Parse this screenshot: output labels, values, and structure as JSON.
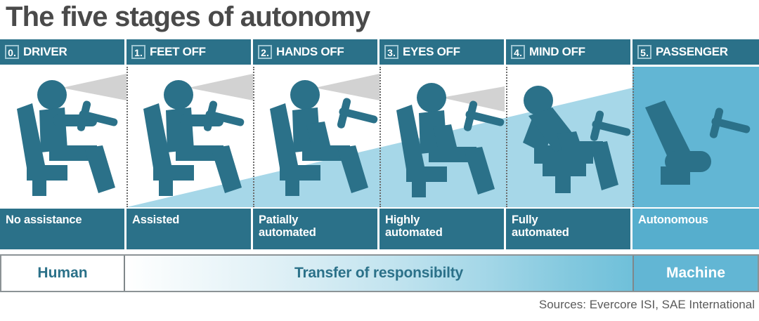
{
  "title": "The five stages of autonomy",
  "source": "Sources: Evercore ISI, SAE International",
  "colors": {
    "header_teal": "#2b7189",
    "figure_teal": "#2b7189",
    "light_blue_wedge": "#a6d7e8",
    "machine_blue": "#62b6d4",
    "vision_cone_gray": "#d2d2d2",
    "title_gray": "#4a4a4a"
  },
  "stages": [
    {
      "num": "0.",
      "name": "DRIVER",
      "description": "No assistance",
      "has_person": true,
      "hands_on_wheel": true,
      "vision_cone": true,
      "reclined": false
    },
    {
      "num": "1.",
      "name": "FEET OFF",
      "description": "Assisted",
      "has_person": true,
      "hands_on_wheel": true,
      "vision_cone": true,
      "reclined": false
    },
    {
      "num": "2.",
      "name": "HANDS OFF",
      "description": "Patially\nautomated",
      "description_lines": [
        "Patially",
        "automated"
      ],
      "has_person": true,
      "hands_on_wheel": false,
      "vision_cone": true,
      "reclined": false
    },
    {
      "num": "3.",
      "name": "EYES OFF",
      "description": "Highly\nautomated",
      "description_lines": [
        "Highly",
        "automated"
      ],
      "has_person": true,
      "hands_on_wheel": false,
      "vision_cone": true,
      "reclined": false
    },
    {
      "num": "4.",
      "name": "MIND OFF",
      "description": "Fully\nautomated",
      "description_lines": [
        "Fully",
        "automated"
      ],
      "has_person": true,
      "hands_on_wheel": false,
      "vision_cone": false,
      "reclined": true
    },
    {
      "num": "5.",
      "name": "PASSENGER",
      "description": "Autonomous",
      "description_lines": [
        "Autonomous"
      ],
      "has_person": false,
      "hands_on_wheel": false,
      "vision_cone": false,
      "reclined": false
    }
  ],
  "responsibility_bar": {
    "left_label": "Human",
    "middle_label": "Transfer of responsibilty",
    "right_label": "Machine"
  }
}
